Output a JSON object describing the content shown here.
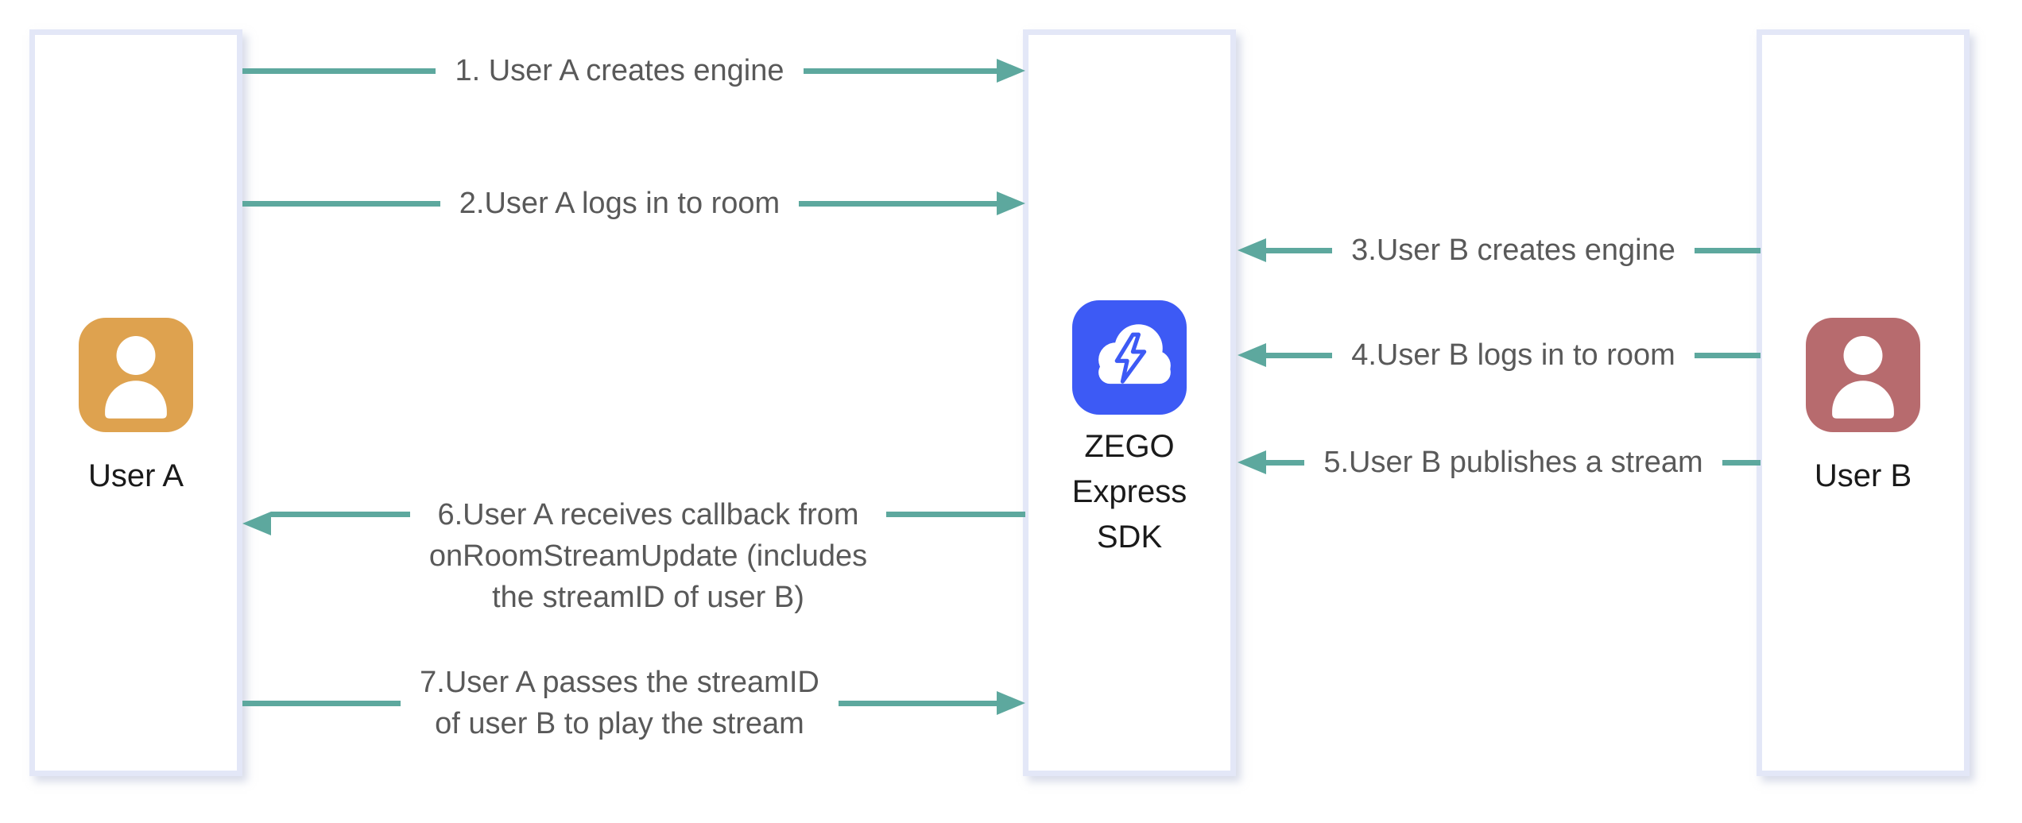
{
  "diagram": {
    "actors": [
      {
        "label": "User A",
        "icon": "person-icon",
        "icon_color": "#DEA24F"
      },
      {
        "label": "ZEGO Express SDK",
        "icon": "cloud-lightning-icon",
        "icon_color": "#3D5AF5"
      },
      {
        "label": "User B",
        "icon": "person-icon",
        "icon_color": "#B76B6E"
      }
    ],
    "messages": [
      {
        "label": "1. User A creates engine",
        "from": "User A",
        "to": "ZEGO Express SDK",
        "direction": "right"
      },
      {
        "label": "2.User A logs in to room",
        "from": "User A",
        "to": "ZEGO Express SDK",
        "direction": "right"
      },
      {
        "label": "3.User B creates engine",
        "from": "User B",
        "to": "ZEGO Express SDK",
        "direction": "left"
      },
      {
        "label": "4.User B logs in to room",
        "from": "User B",
        "to": "ZEGO Express SDK",
        "direction": "left"
      },
      {
        "label": "5.User B publishes a stream",
        "from": "User B",
        "to": "ZEGO Express SDK",
        "direction": "left"
      },
      {
        "label": "6.User A receives callback from\nonRoomStreamUpdate (includes\nthe streamID of user B)",
        "from": "ZEGO Express SDK",
        "to": "User A",
        "direction": "left"
      },
      {
        "label": "7.User A passes the streamID\nof user B to play the stream",
        "from": "User A",
        "to": "ZEGO Express SDK",
        "direction": "right"
      }
    ],
    "colors": {
      "arrow": "#5DA89E",
      "box_border": "#E3E7F7",
      "message_text": "#595959",
      "actor_text": "#1A1A1A",
      "user_a_icon": "#DEA24F",
      "user_b_icon": "#B76B6E",
      "sdk_icon": "#3D5AF5",
      "background": "#FFFFFF"
    }
  }
}
